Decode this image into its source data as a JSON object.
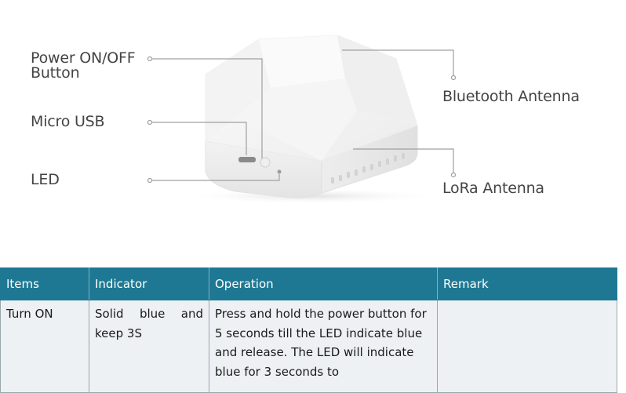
{
  "figure": {
    "callouts": {
      "power_button": "Power ON/OFF\nButton",
      "micro_usb": "Micro USB",
      "led": "LED",
      "bluetooth_antenna": "Bluetooth Antenna",
      "lora_antenna": "LoRa Antenna"
    }
  },
  "table": {
    "headers": [
      "Items",
      "Indicator",
      "Operation",
      "Remark"
    ],
    "rows": [
      {
        "items": "Turn ON",
        "indicator": "Solid blue and keep 3S",
        "operation": "Press and hold the power button for 5 seconds till the LED indicate blue and release. The LED will indicate blue for 3 seconds to",
        "remark": ""
      }
    ]
  },
  "colors": {
    "header_bg": "#1e7893",
    "cell_bg": "#eef1f4",
    "callout_line": "#a0a0a0"
  }
}
